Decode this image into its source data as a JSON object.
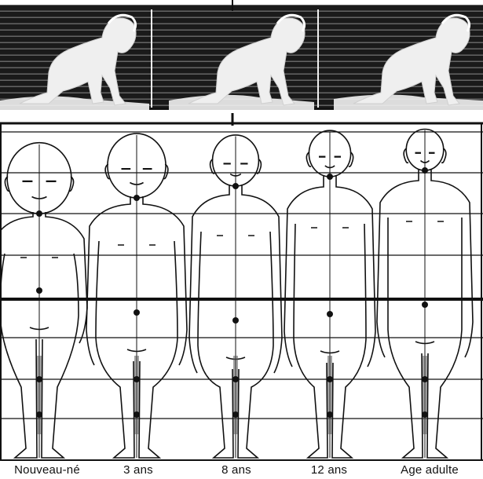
{
  "figure": {
    "crawl_strip": {
      "frames": [
        "crawl-frame-1",
        "crawl-frame-2",
        "crawl-frame-3"
      ]
    },
    "growth_chart": {
      "figures": [
        {
          "key": "nouveau-ne",
          "label": "Nouveau-né"
        },
        {
          "key": "3-ans",
          "label": "3 ans"
        },
        {
          "key": "8-ans",
          "label": "8 ans"
        },
        {
          "key": "12-ans",
          "label": "12 ans"
        },
        {
          "key": "age-adulte",
          "label": "Age adulte"
        }
      ]
    }
  },
  "colors": {
    "ink": "#111111",
    "paper": "#ffffff",
    "strip_bg": "#1a1a1a"
  },
  "icons": [
    "crawling-child-icon",
    "body-proportion-figure-icon"
  ]
}
